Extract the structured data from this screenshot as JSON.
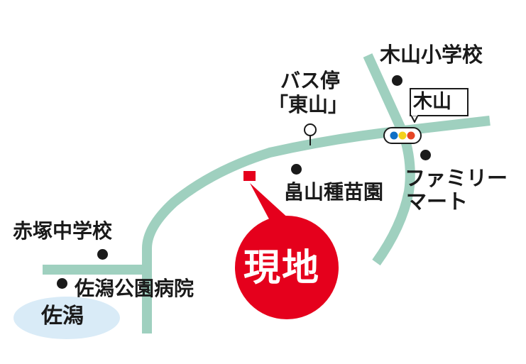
{
  "colors": {
    "road": "#9fd0bf",
    "lake": "#d9ebf7",
    "marker": "#e5001c",
    "text": "#1a1a1a",
    "signal_blue": "#0f6fc6",
    "signal_yellow": "#f3d21b",
    "signal_red": "#e64524"
  },
  "labels": {
    "kiyama_school": "木山小学校",
    "bus_stop_line1": "バス停",
    "bus_stop_line2": "「東山」",
    "intersection": "木山",
    "family_mart_line1": "ファミリー",
    "family_mart_line2": "マート",
    "nursery": "畠山種苗園",
    "akatsuka_school": "赤塚中学校",
    "hospital": "佐潟公園病院",
    "lake": "佐潟",
    "site": "現地"
  },
  "icons": {
    "bus_stop": "bus-stop-icon",
    "traffic_signal": "traffic-signal-icon"
  }
}
